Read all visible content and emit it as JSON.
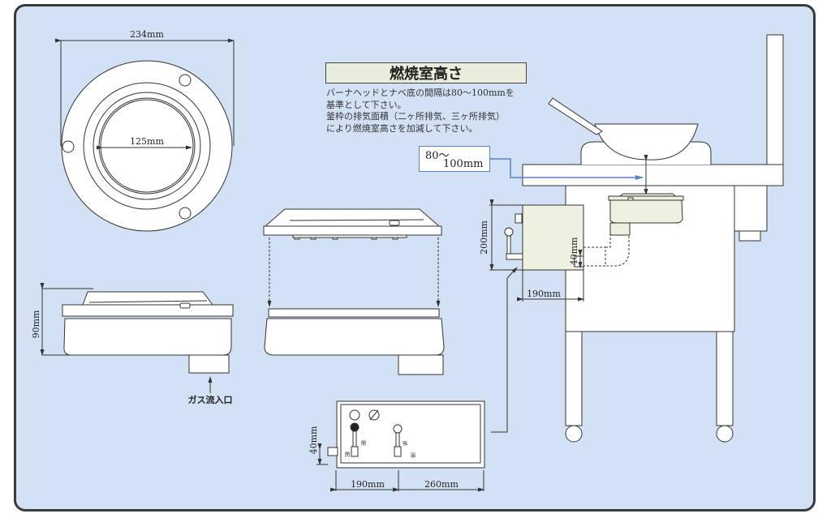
{
  "panel": {
    "title": "燃焼室高さ",
    "note_lines": [
      "バーナヘッドとナベ底の間隔は80〜100mmを",
      "基準として下さい。",
      "釜枠の排気面積（二ヶ所排気、三ヶ所排気）",
      "により燃焼室高さを加減して下さい。"
    ],
    "range_label_line1": "80〜",
    "range_label_line2": "100mm"
  },
  "top_view": {
    "outer_diameter": "234mm",
    "inner_diameter": "125mm"
  },
  "side_view": {
    "height": "90mm",
    "gas_inlet_label": "ガス流入口"
  },
  "control_box": {
    "height": "40mm",
    "width_left": "190mm",
    "width_right": "260mm",
    "lever1_labels": [
      "開",
      "閉"
    ],
    "lever2_labels": [
      "強",
      "弱"
    ]
  },
  "installation": {
    "box_height": "200mm",
    "pipe_height": "40mm",
    "box_width": "190mm"
  },
  "colors": {
    "background": "#d3e1f5",
    "line": "#333333",
    "accent_blue": "#5b82c8",
    "title_fill": "#eaeddb"
  }
}
